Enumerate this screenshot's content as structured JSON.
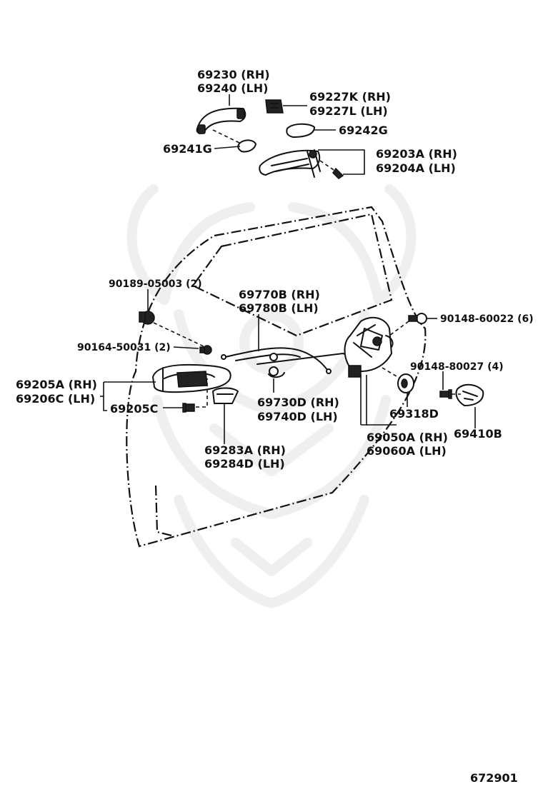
{
  "diagram": {
    "code": "672901",
    "labels": {
      "handle_outside_rh": "69230 (RH)",
      "handle_outside_lh": "69240 (LH)",
      "pad_k_rh": "69227K (RH)",
      "pad_l_lh": "69227L (LH)",
      "pad_g": "69242G",
      "pad_241g": "69241G",
      "frame_rh": "69203A (RH)",
      "frame_lh": "69204A (LH)",
      "screw_05003": "90189-05003 (2)",
      "screw_50031": "90164-50031 (2)",
      "cable_rh": "69770B (RH)",
      "cable_lh": "69780B (LH)",
      "screw_60022": "90148-60022 (6)",
      "screw_80027": "90148-80027 (4)",
      "inside_handle_rh": "69205A (RH)",
      "inside_handle_lh": "69206C (LH)",
      "inside_part_205c": "69205C",
      "rod_rh": "69730D (RH)",
      "rod_lh": "69740D (LH)",
      "plug_318d": "69318D",
      "striker_410b": "69410B",
      "lock_rh": "69050A (RH)",
      "lock_lh": "69060A (LH)",
      "bezel_rh": "69283A (RH)",
      "bezel_lh": "69284D (LH)"
    },
    "icons": [
      "door-outline",
      "outside-handle-icon",
      "lock-assembly-icon",
      "inside-handle-icon",
      "striker-icon",
      "screw-icon",
      "watermark-emblem-icon"
    ]
  }
}
